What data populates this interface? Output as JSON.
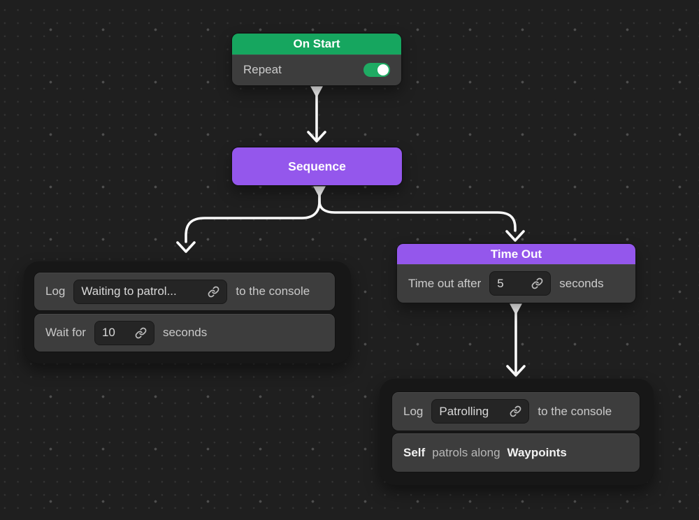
{
  "editor": {
    "background_color": "#1f1f1f",
    "wire_color": "#fafafa",
    "node_body_color": "#3d3d3d",
    "group_color": "#171717",
    "green": "#16a65f",
    "purple": "#9457ec"
  },
  "nodes": {
    "on_start": {
      "title": "On Start",
      "header_color": "#16a65f",
      "repeat": {
        "label": "Repeat",
        "enabled": true
      }
    },
    "sequence": {
      "title": "Sequence",
      "color": "#9457ec"
    },
    "patrol_wait_group": {
      "log_row": {
        "prefix": "Log",
        "value": "Waiting to patrol...",
        "suffix": "to the console"
      },
      "wait_row": {
        "prefix": "Wait for",
        "value": "10",
        "suffix": "seconds"
      }
    },
    "time_out": {
      "title": "Time Out",
      "header_color": "#9457ec",
      "row": {
        "prefix": "Time out after",
        "value": "5",
        "suffix": "seconds"
      }
    },
    "patrol_group": {
      "log_row": {
        "prefix": "Log",
        "value": "Patrolling",
        "suffix": "to the console"
      },
      "action_row": {
        "subject": "Self",
        "verb": "patrols along",
        "object": "Waypoints"
      }
    }
  },
  "connections": [
    {
      "from": "on_start",
      "to": "sequence"
    },
    {
      "from": "sequence",
      "to": "patrol_wait_group"
    },
    {
      "from": "sequence",
      "to": "time_out"
    },
    {
      "from": "time_out",
      "to": "patrol_group"
    }
  ],
  "icons": {
    "value_link": "link-icon",
    "repeat_switch": "toggle-on"
  }
}
